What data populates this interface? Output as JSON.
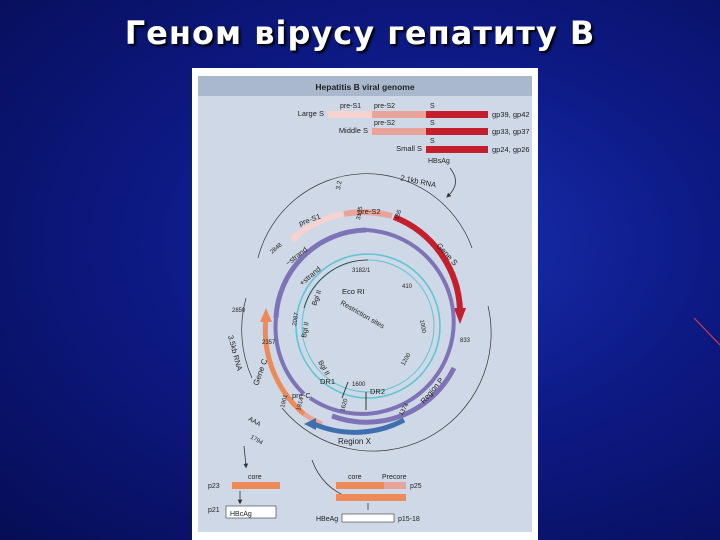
{
  "slide": {
    "title": "Геном вірусу гепатиту В"
  },
  "figure": {
    "header": "Hepatitis B viral genome",
    "rows": [
      {
        "label": "Large S",
        "seg_a": "pre-S1",
        "seg_b": "pre-S2",
        "seg_c": "S",
        "product": "gp39, gp42"
      },
      {
        "label": "Middle S",
        "seg_b": "pre-S2",
        "seg_c": "S",
        "product": "gp33, gp37"
      },
      {
        "label": "Small S",
        "seg_c": "S",
        "product": "gp24, gp26",
        "sub": "HBsAg"
      }
    ],
    "rna_21": "2.1kb RNA",
    "rna_35": "3.5kb RNA",
    "labels": {
      "pre_s1": "pre-S1",
      "pre_s2": "pre-S2",
      "gene_s": "Gene S",
      "minus_strand": "−strand",
      "plus_strand": "+strand",
      "eco_ri": "Eco RI",
      "bgl_ii_a": "Bgl II",
      "bgl_ii_b": "Bgl II",
      "bgl_ii_c": "Bgl II",
      "restriction": "Restriction sites",
      "region_p": "Region P",
      "region_x": "Region X",
      "gene_c": "Gene C",
      "pre_c": "pre-C",
      "dr1": "DR1",
      "dr2": "DR2",
      "aaa": "AAA",
      "n3_2": "3.2",
      "n3182": "3182/1",
      "n2848": "2848",
      "n2850": "2850",
      "n2357": "2357",
      "n3175": "3175",
      "n155": "155",
      "n833": "833",
      "n1600": "1600",
      "n1814": "1814",
      "n1901": "1901",
      "n1794": "1794",
      "n1620": "1620",
      "n1374": "1374",
      "n2087": "2087",
      "n1000": "1000",
      "n1200": "1200",
      "n410": "410"
    },
    "bottom": {
      "left_core": "core",
      "left_p23": "p23",
      "left_p21": "p21",
      "left_hbcag": "HBcAg",
      "right_core": "core",
      "right_precore": "Precore",
      "right_p25": "p25",
      "right_hbeag": "HBeAg",
      "right_p1518": "p15-18"
    }
  },
  "colors": {
    "background": "#0d1a86",
    "panel": "#cfd8e6",
    "header": "#a9b8cd",
    "red": "#c51f2e",
    "pink": "#e8a49b",
    "light_pink": "#f6d3cf",
    "purple": "#7f73b7",
    "orange": "#ee8a57",
    "blue": "#3f6fae",
    "cyan": "#5cc6d4",
    "dark": "#333333"
  }
}
